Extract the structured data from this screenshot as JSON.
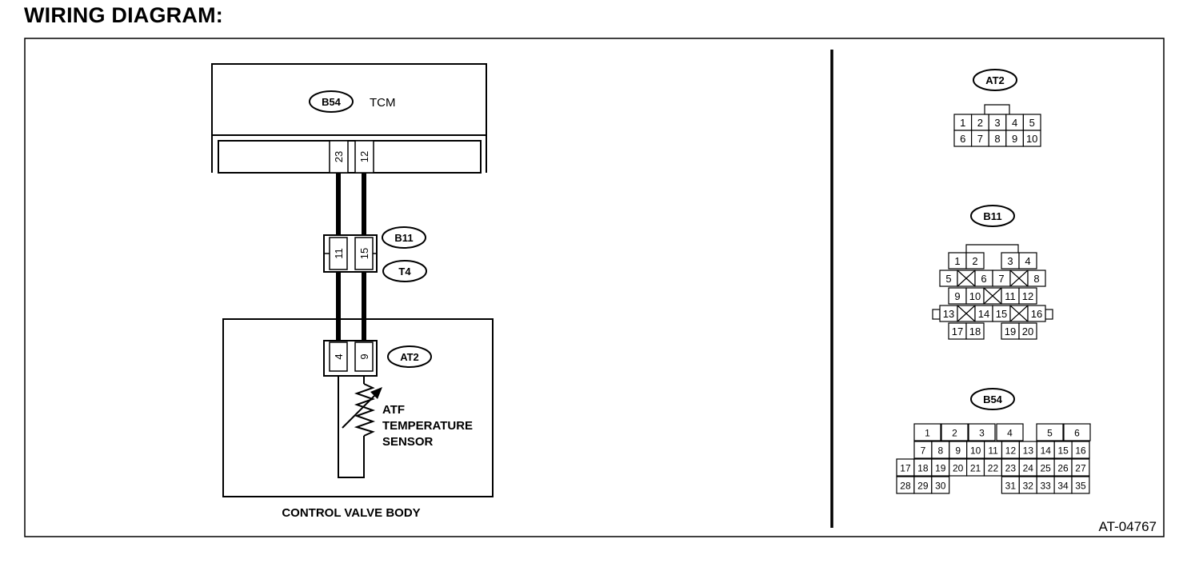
{
  "title": "WIRING DIAGRAM:",
  "figure_code": "AT-04767",
  "tcm": {
    "connector": "B54",
    "label": "TCM",
    "pins": [
      "23",
      "12"
    ]
  },
  "harness_connector": {
    "labels": [
      "B11",
      "T4"
    ],
    "pins": [
      "11",
      "15"
    ]
  },
  "valve_body": {
    "label": "CONTROL VALVE BODY",
    "connector": "AT2",
    "pins": [
      "4",
      "9"
    ],
    "sensor_lines": [
      "ATF",
      "TEMPERATURE",
      "SENSOR"
    ]
  },
  "pinouts": {
    "at2": {
      "name": "AT2",
      "row1": [
        "1",
        "2",
        "3",
        "4",
        "5"
      ],
      "row2": [
        "6",
        "7",
        "8",
        "9",
        "10"
      ]
    },
    "b11": {
      "name": "B11",
      "pins": [
        "1",
        "2",
        "3",
        "4",
        "5",
        "6",
        "7",
        "8",
        "9",
        "10",
        "11",
        "12",
        "13",
        "14",
        "15",
        "16",
        "17",
        "18",
        "19",
        "20"
      ]
    },
    "b54": {
      "name": "B54",
      "row1": [
        "1",
        "2",
        "3",
        "4",
        "5",
        "6"
      ],
      "row2": [
        "7",
        "8",
        "9",
        "10",
        "11",
        "12",
        "13",
        "14",
        "15",
        "16"
      ],
      "row3": [
        "17",
        "18",
        "19",
        "20",
        "21",
        "22",
        "23",
        "24",
        "25",
        "26",
        "27"
      ],
      "row4": [
        "28",
        "29",
        "30",
        "31",
        "32",
        "33",
        "34",
        "35"
      ]
    }
  }
}
